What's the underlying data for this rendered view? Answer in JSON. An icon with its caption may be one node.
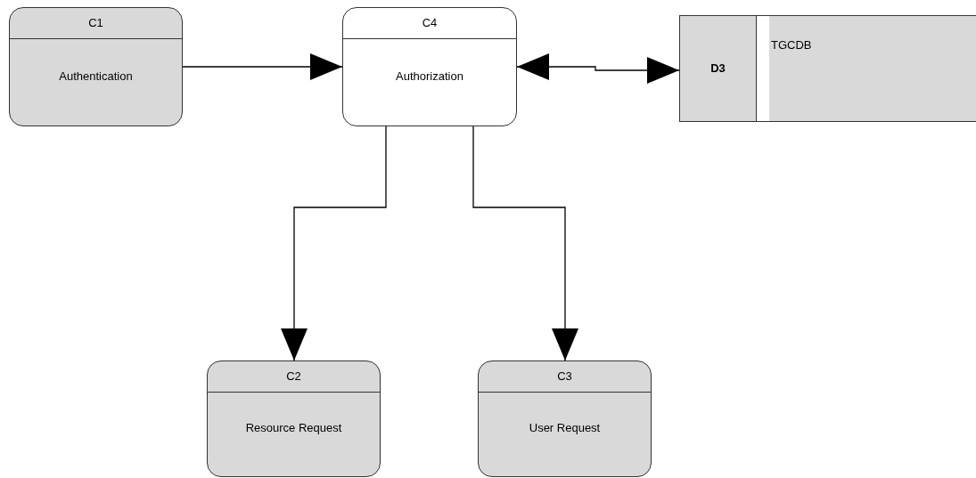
{
  "diagram": {
    "nodes": [
      {
        "text": [
          "C1",
          "Authentication"
        ]
      },
      {
        "text": [
          "C4",
          "Authorization"
        ]
      },
      {
        "text": [
          "D3",
          "TGCDB"
        ]
      },
      {
        "text": [
          "C2",
          "Resource Request"
        ]
      },
      {
        "text": [
          "C3",
          "User Request"
        ]
      }
    ],
    "edges": [
      {
        "from": 0,
        "to": 1,
        "arrow": "to"
      },
      {
        "from": 1,
        "to": 2,
        "arrow": "both"
      },
      {
        "from": 1,
        "to": 3,
        "arrow": "to"
      },
      {
        "from": 1,
        "to": 4,
        "arrow": "to"
      }
    ]
  }
}
